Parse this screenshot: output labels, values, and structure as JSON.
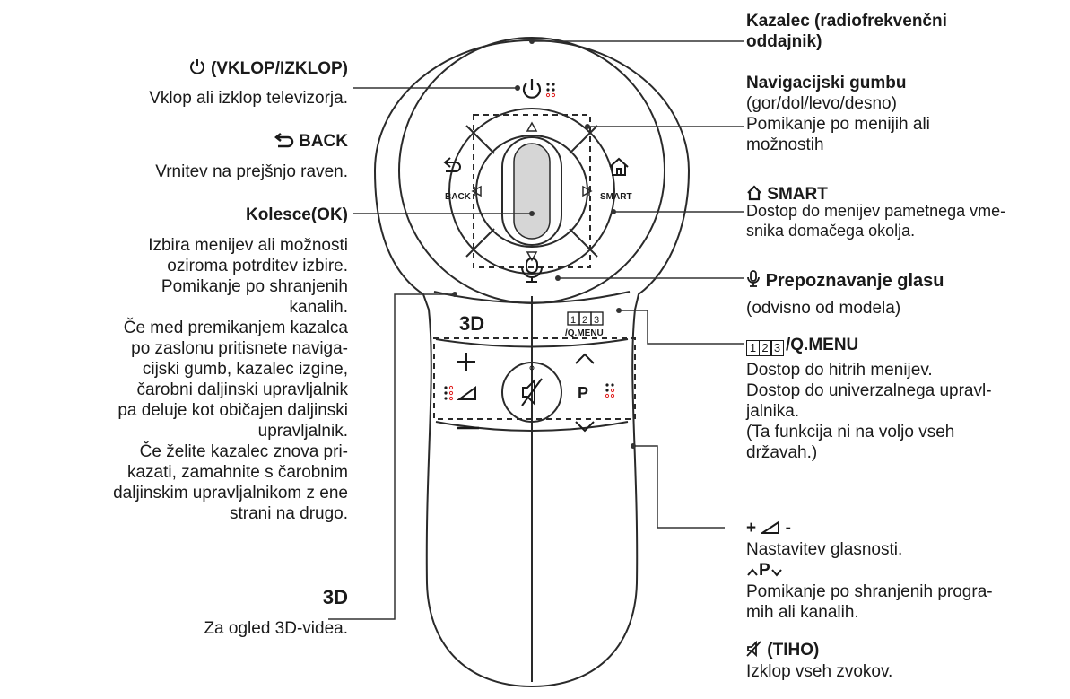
{
  "remote": {
    "back_label": "BACK",
    "smart_label": "SMART",
    "threed_label": "3D",
    "qmenu_digits": [
      "1",
      "2",
      "3"
    ],
    "qmenu_label": "/Q.MENU",
    "p_label": "P"
  },
  "left": {
    "power": {
      "title": "(VKLOP/IZKLOP)",
      "desc": "Vklop ali izklop televizorja."
    },
    "back": {
      "title": "BACK",
      "desc": "Vrnitev na prejšnjo raven."
    },
    "wheel": {
      "title": "Kolesce(OK)",
      "lines": [
        "Izbira menijev ali možnosti",
        "oziroma potrditev izbire.",
        "Pomikanje po shranjenih",
        "kanalih.",
        "Če med premikanjem kazalca",
        "po zaslonu pritisnete naviga-",
        "cijski gumb, kazalec izgine,",
        "čarobni daljinski upravljalnik",
        "pa deluje kot običajen daljinski",
        "upravljalnik.",
        "Če želite kazalec znova pri-",
        "kazati, zamahnite s čarobnim",
        "daljinskim upravljalnikom z ene",
        "strani na drugo."
      ]
    },
    "threed": {
      "title": "3D",
      "desc": "Za ogled 3D-videa."
    }
  },
  "right": {
    "pointer": {
      "lines": [
        "Kazalec (radiofrekvenčni",
        "oddajnik)"
      ]
    },
    "nav": {
      "title": "Navigacijski gumbu",
      "lines": [
        "(gor/dol/levo/desno)",
        "Pomikanje po menijih ali",
        "možnostih"
      ]
    },
    "smart": {
      "title": "SMART",
      "lines": [
        "Dostop do menijev pametnega vme-",
        "snika domačega okolja."
      ]
    },
    "voice": {
      "title": "Prepoznavanje glasu",
      "lines": [
        "(odvisno od modela)"
      ]
    },
    "qmenu": {
      "title": "/Q.MENU",
      "lines": [
        "Dostop do hitrih menijev.",
        "Dostop do univerzalnega upravl-",
        "jalnika.",
        "(Ta funkcija ni na voljo vseh",
        "državah.)"
      ]
    },
    "volume": {
      "title_plus": "+",
      "title_minus": "-",
      "desc": "Nastavitev glasnosti."
    },
    "program": {
      "title": "P",
      "lines": [
        "Pomikanje po shranjenih progra-",
        "mih ali kanalih."
      ]
    },
    "mute": {
      "title": "(TIHO)",
      "desc": "Izklop vseh zvokov."
    }
  }
}
